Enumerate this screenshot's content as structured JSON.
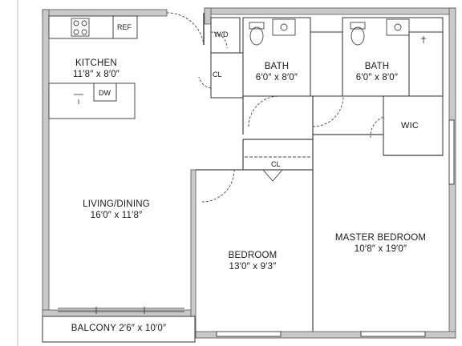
{
  "rooms": {
    "kitchen": {
      "name": "KITCHEN",
      "size": "11′8″ x 8′0″"
    },
    "living": {
      "name": "LIVING/DINING",
      "size": "16′0″ x 11′8″"
    },
    "bath1": {
      "name": "BATH",
      "size": "6′0″ x 8′0″"
    },
    "bath2": {
      "name": "BATH",
      "size": "6′0″ x 8′0″"
    },
    "bedroom": {
      "name": "BEDROOM",
      "size": "13′0″ x 9′3″"
    },
    "master": {
      "name": "MASTER BEDROOM",
      "size": "10′8″ x 19′0″"
    },
    "balcony": {
      "name": "BALCONY 2′6″ x 10′0″"
    }
  },
  "fixtures": {
    "ref": "REF",
    "wd": "W/D",
    "dw": "DW",
    "cl_hall": "CL",
    "cl_bedroom": "CL",
    "wic": "WIC"
  }
}
